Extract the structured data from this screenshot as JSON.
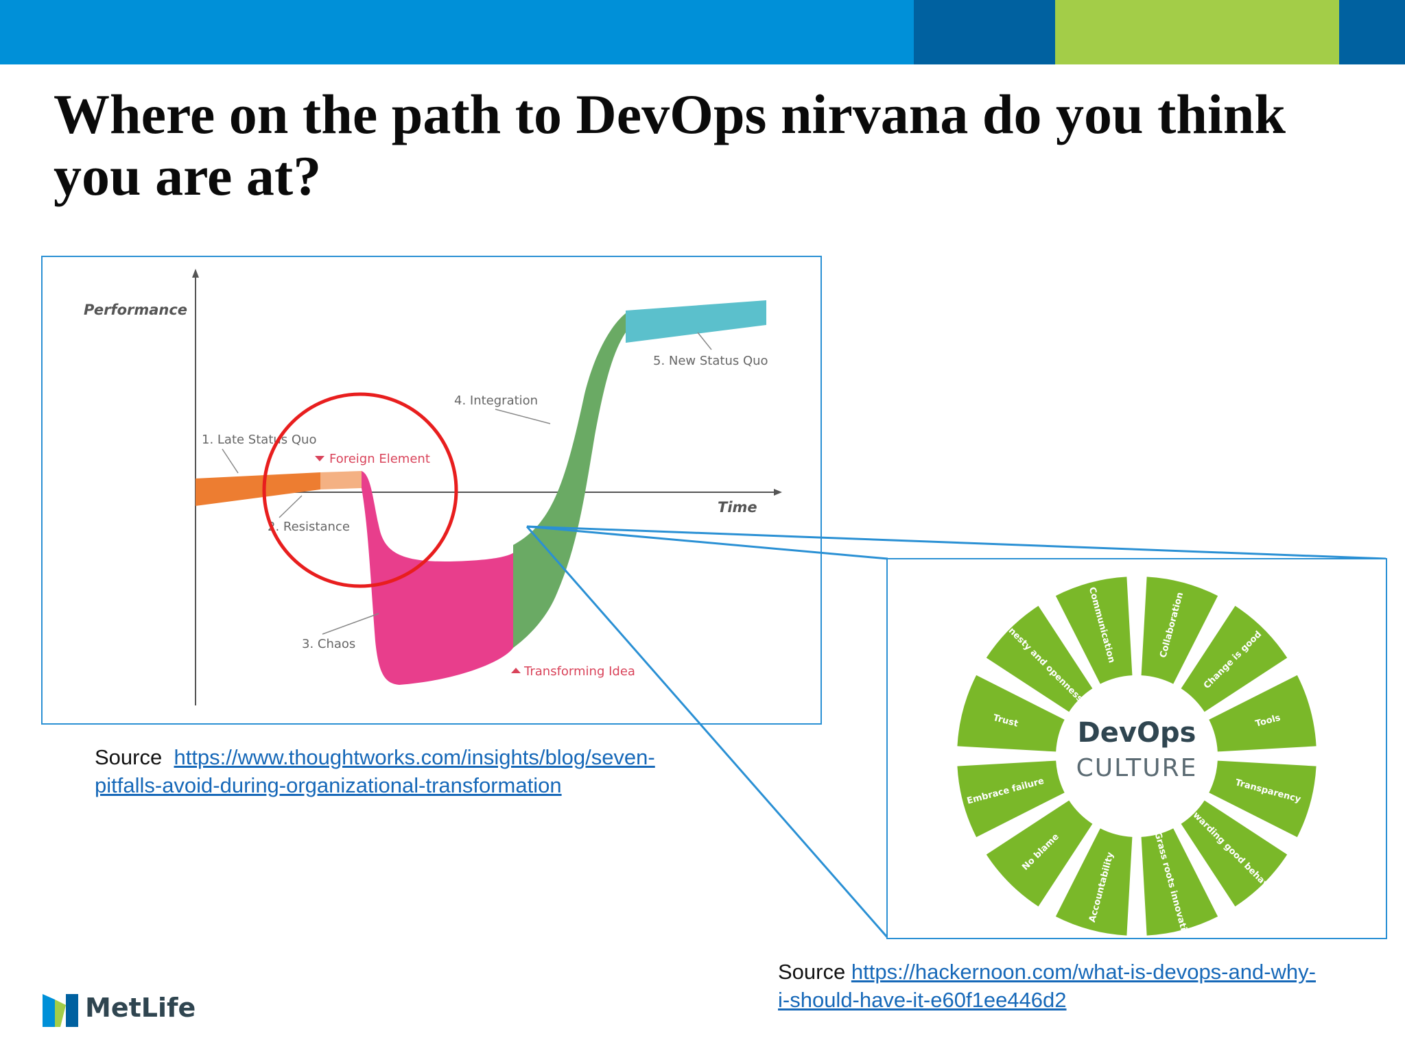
{
  "slide": {
    "title": "Where on the path to DevOps nirvana do you think you are at?",
    "topbar_colors": [
      "#0090d8",
      "#0061a0",
      "#a3cd48",
      "#0061a0"
    ]
  },
  "curve_chart": {
    "axis_y_label": "Performance",
    "axis_x_label": "Time",
    "stages": [
      "1. Late Status Quo",
      "2. Resistance",
      "3. Chaos",
      "4. Integration",
      "5. New Status Quo"
    ],
    "markers": [
      "Foreign Element",
      "Transforming Idea"
    ],
    "colors": {
      "late_status_quo": "#ed7d31",
      "resistance": "#f4b183",
      "chaos": "#e83e8c",
      "integration": "#6aaa64",
      "new_status_quo": "#5bc0cc",
      "marker_text": "#d9435a",
      "highlight_circle": "#e81e1e"
    }
  },
  "source1": {
    "prefix": "Source",
    "link_line1": "https://www.thoughtworks.com/insights/blog/seven-",
    "link_line2": "pitfalls-avoid-during-organizational-transformation"
  },
  "culture_wheel": {
    "center_title": "DevOps",
    "center_subtitle": "CULTURE",
    "color": "#7ab829",
    "segments": [
      "Collaboration",
      "Change is good",
      "Tools",
      "Transparency",
      "Rewarding good behaviors",
      "Grass roots innovation",
      "Accountability",
      "No blame",
      "Embrace failure",
      "Trust",
      "Honesty and openness",
      "Communication"
    ]
  },
  "source2": {
    "prefix": "Source",
    "link_line1": "https://hackernoon.com/what-is-devops-and-why-",
    "link_line2": "i-should-have-it-e60f1ee446d2"
  },
  "logo": {
    "name": "MetLife",
    "colors": [
      "#0090d8",
      "#a3cd48",
      "#0061a0"
    ]
  }
}
